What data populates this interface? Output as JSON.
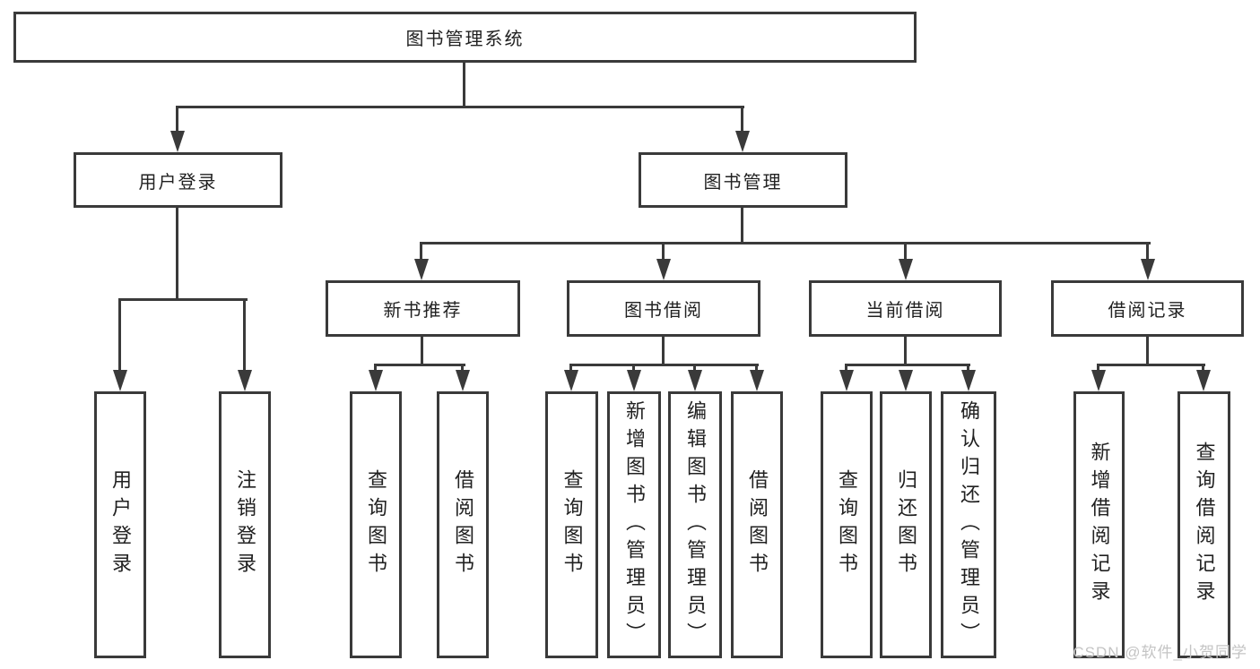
{
  "tree": {
    "root": {
      "label": "图书管理系统",
      "children": [
        {
          "label": "用户登录",
          "children": [
            {
              "label": "用户登录"
            },
            {
              "label": "注销登录"
            }
          ]
        },
        {
          "label": "图书管理",
          "children": [
            {
              "label": "新书推荐",
              "children": [
                {
                  "label": "查询图书"
                },
                {
                  "label": "借阅图书"
                }
              ]
            },
            {
              "label": "图书借阅",
              "children": [
                {
                  "label": "查询图书"
                },
                {
                  "label": "新增图书（管理员）"
                },
                {
                  "label": "编辑图书（管理员）"
                },
                {
                  "label": "借阅图书"
                }
              ]
            },
            {
              "label": "当前借阅",
              "children": [
                {
                  "label": "查询图书"
                },
                {
                  "label": "归还图书"
                },
                {
                  "label": "确认归还（管理员）"
                }
              ]
            },
            {
              "label": "借阅记录",
              "children": [
                {
                  "label": "新增借阅记录"
                },
                {
                  "label": "查询借阅记录"
                }
              ]
            }
          ]
        }
      ]
    }
  },
  "watermark": {
    "text": "CSDN @软件_小贺同学"
  },
  "colors": {
    "line": "#3a3a3a",
    "text": "#212121",
    "background": "#ffffff",
    "watermark": "#c4c4c4"
  }
}
